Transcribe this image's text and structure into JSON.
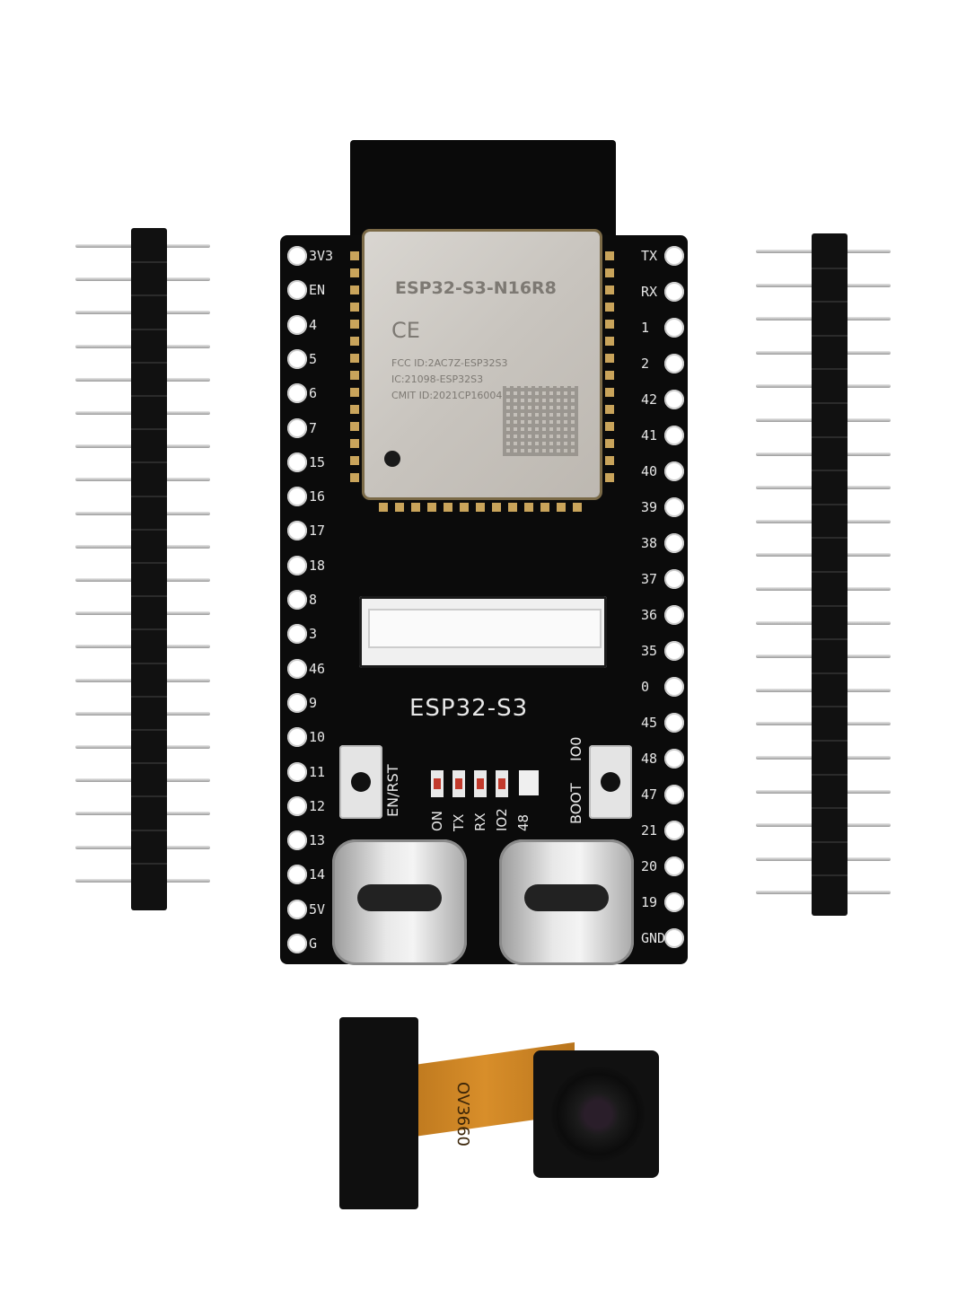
{
  "module_label": {
    "model": "ESP32-S3-N16R8",
    "cert": "CE",
    "fcc": "FCC ID:2AC7Z-ESP32S3",
    "ic": "IC:21098-ESP32S3",
    "cmit": "CMIT ID:2021CP16004"
  },
  "board_label": "ESP32-S3",
  "left_pins": [
    "3V3",
    "EN",
    "4",
    "5",
    "6",
    "7",
    "15",
    "16",
    "17",
    "18",
    "8",
    "3",
    "46",
    "9",
    "10",
    "11",
    "12",
    "13",
    "14",
    "5V",
    "G"
  ],
  "right_pins": [
    "TX",
    "RX",
    "1",
    "2",
    "42",
    "41",
    "40",
    "39",
    "38",
    "37",
    "36",
    "35",
    "0",
    "45",
    "48",
    "47",
    "21",
    "20",
    "19",
    "GND"
  ],
  "buttons": {
    "reset": "EN/RST",
    "boot": "BOOT",
    "boot_io": "IO0"
  },
  "leds": [
    "ON",
    "TX",
    "RX",
    "IO2",
    "48"
  ],
  "camera_label": "OV3660",
  "colors": {
    "board": "#0b0b0b",
    "module": "#cfcbc5",
    "ribbon": "#d08a28",
    "pad": "#c9a45b"
  }
}
